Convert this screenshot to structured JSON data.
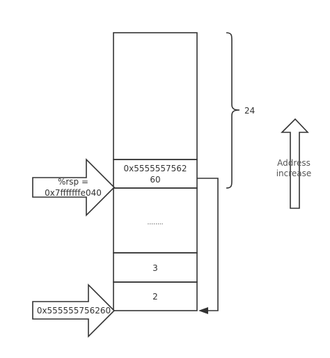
{
  "stack": {
    "cells": {
      "saved_value": [
        "0x5555557562",
        "60"
      ],
      "ellipsis": "........",
      "value_3": "3",
      "value_2": "2"
    }
  },
  "annotations": {
    "rsp_pointer": [
      "%rsp =",
      "0x7fffffffe040"
    ],
    "heap_pointer": "0x555555756260",
    "brace_size": "24",
    "address_direction": [
      "Address",
      "increase"
    ]
  },
  "colors": {
    "stroke": "#333333",
    "text": "#333333",
    "background": "#ffffff"
  }
}
